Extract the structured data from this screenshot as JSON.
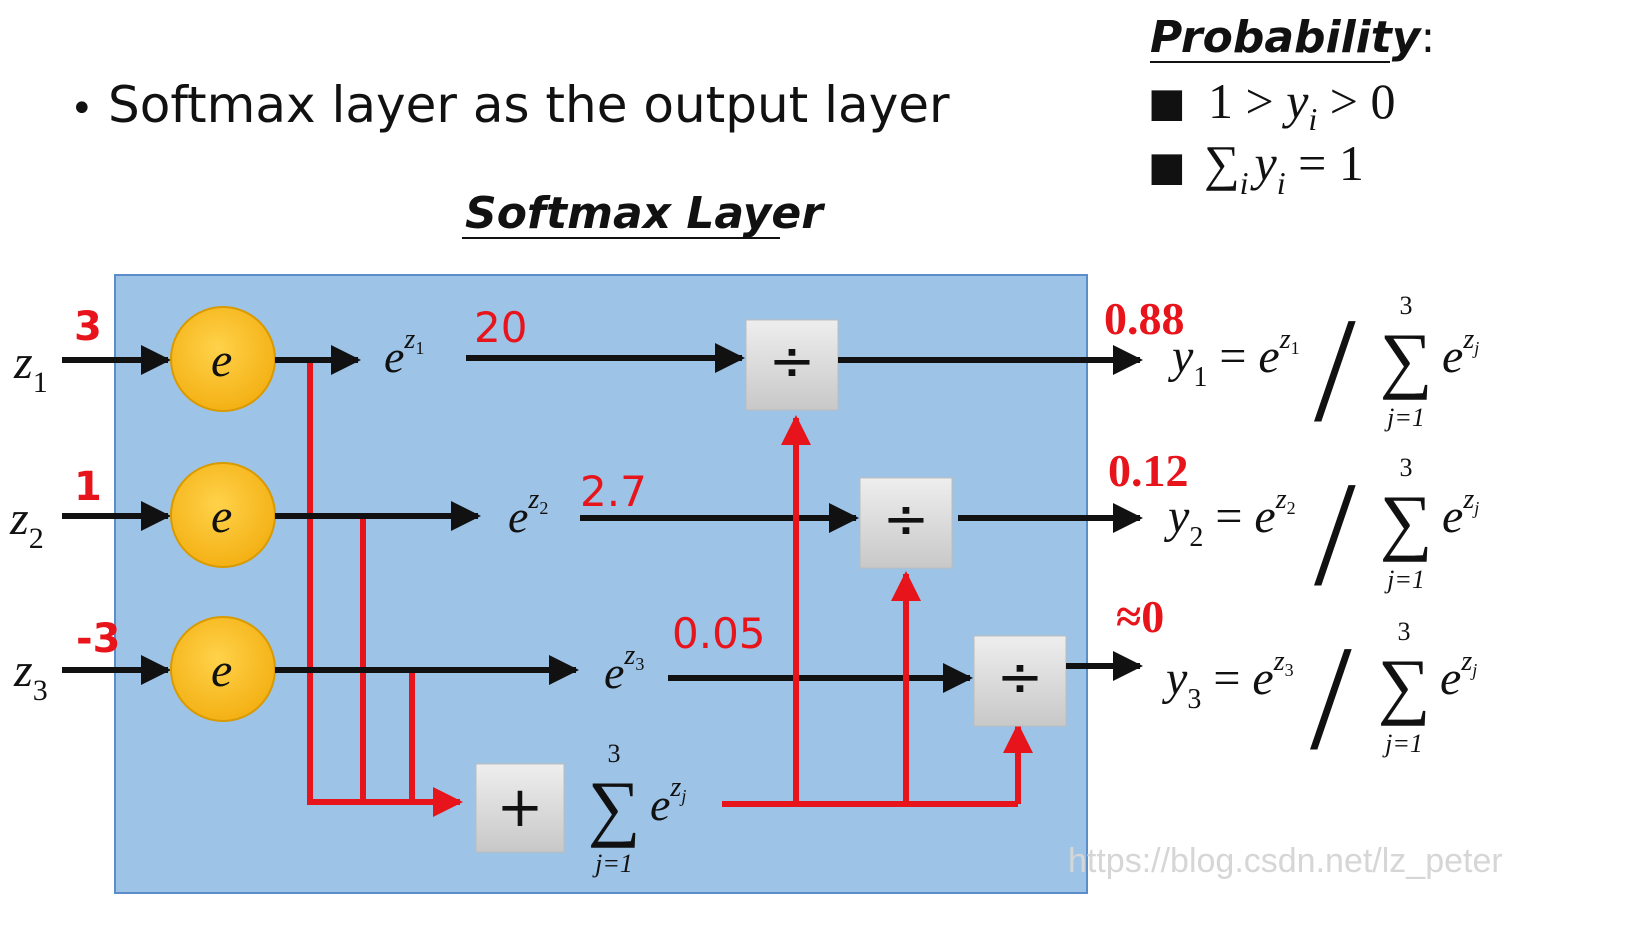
{
  "bullet": {
    "marker": "•",
    "text": "Softmax layer as the output layer"
  },
  "probability": {
    "title": "Probability",
    "colon": ":",
    "marker": "■",
    "constraint1": {
      "a": "1 > ",
      "yi": "y",
      "sub": "i",
      "b": " > 0"
    },
    "constraint2": {
      "sum": "∑",
      "sub_i": "i",
      "y": "y",
      "sub_i2": "i",
      "rest": " = 1"
    }
  },
  "layer_title": "Softmax Layer",
  "colors": {
    "box": "#9dc3e6",
    "box_border": "#5b8dc9",
    "node": "#f9b920",
    "node_border": "#d99a00",
    "red": "#e8141b",
    "op_box": "#d9d9d9"
  },
  "inputs": [
    {
      "var": "z",
      "sub": "1",
      "value": "3"
    },
    {
      "var": "z",
      "sub": "2",
      "value": "1"
    },
    {
      "var": "z",
      "sub": "3",
      "value": "-3"
    }
  ],
  "exp_node_label": "e",
  "exp_outputs": [
    {
      "base": "e",
      "sup": "z",
      "sup_sub": "1",
      "value": "20"
    },
    {
      "base": "e",
      "sup": "z",
      "sup_sub": "2",
      "value": "2.7"
    },
    {
      "base": "e",
      "sup": "z",
      "sup_sub": "3",
      "value": "0.05"
    }
  ],
  "divide_symbol": "÷",
  "plus_symbol": "+",
  "sum_expr": {
    "sigma": "∑",
    "upper": "3",
    "lower": "j=1",
    "base": "e",
    "sup": "z",
    "sup_sub": "j"
  },
  "outputs": [
    {
      "prob": "0.88",
      "y": "y",
      "sub": "1",
      "eq": " = ",
      "num_sup_sub": "1"
    },
    {
      "prob": "0.12",
      "y": "y",
      "sub": "2",
      "eq": " = ",
      "num_sup_sub": "2"
    },
    {
      "prob": "≈0",
      "y": "y",
      "sub": "3",
      "eq": " = ",
      "num_sup_sub": "3"
    }
  ],
  "formula_common": {
    "e": "e",
    "z": "z",
    "slash": "/",
    "sigma": "∑",
    "upper": "3",
    "lower": "j=1",
    "den_sup_sub": "j"
  },
  "watermark": "https://blog.csdn.net/lz_peter"
}
